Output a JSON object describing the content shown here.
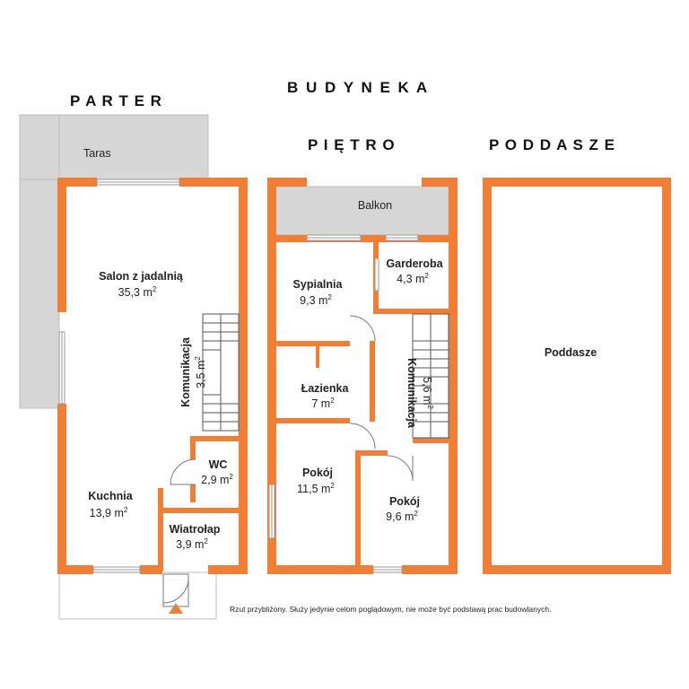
{
  "building_title": "B U D Y N E K   A",
  "floors": {
    "parter": "P A R T E R",
    "pietro": "P I Ę T R O",
    "poddasze": "P O D D A S Z E"
  },
  "rooms": {
    "taras": {
      "name": "Taras"
    },
    "salon": {
      "name": "Salon z jadalnią",
      "area": "35,3 m",
      "unit_exp": "2"
    },
    "komunikacja_parter": {
      "name": "Komunikacja",
      "area": "3,5 m",
      "unit_exp": "2"
    },
    "wc": {
      "name": "WC",
      "area": "2,9 m",
      "unit_exp": "2"
    },
    "kuchnia": {
      "name": "Kuchnia",
      "area": "13,9 m",
      "unit_exp": "2"
    },
    "wiatrolap": {
      "name": "Wiatrołap",
      "area": "3,9 m",
      "unit_exp": "2"
    },
    "balkon": {
      "name": "Balkon"
    },
    "sypialnia": {
      "name": "Sypialnia",
      "area": "9,3 m",
      "unit_exp": "2"
    },
    "garderoba": {
      "name": "Garderoba",
      "area": "4,3 m",
      "unit_exp": "2"
    },
    "lazienka": {
      "name": "Łazienka",
      "area": "7 m",
      "unit_exp": "2"
    },
    "komunikacja_pietro": {
      "name": "Komunikacja",
      "area": "5,6 m",
      "unit_exp": "2"
    },
    "pokoj1": {
      "name": "Pokój",
      "area": "11,5 m",
      "unit_exp": "2"
    },
    "pokoj2": {
      "name": "Pokój",
      "area": "9,6 m",
      "unit_exp": "2"
    },
    "poddasze": {
      "name": "Poddasze"
    }
  },
  "disclaimer": "Rzut przybliżony. Służy jedynie celom poglądowym, nie może być podstawą prac budowlanych.",
  "colors": {
    "wall": "#F07F35",
    "terrace": "#D6D6D6",
    "terrace_stroke": "#BDBDBD",
    "entrance_marker": "#F07F35"
  }
}
